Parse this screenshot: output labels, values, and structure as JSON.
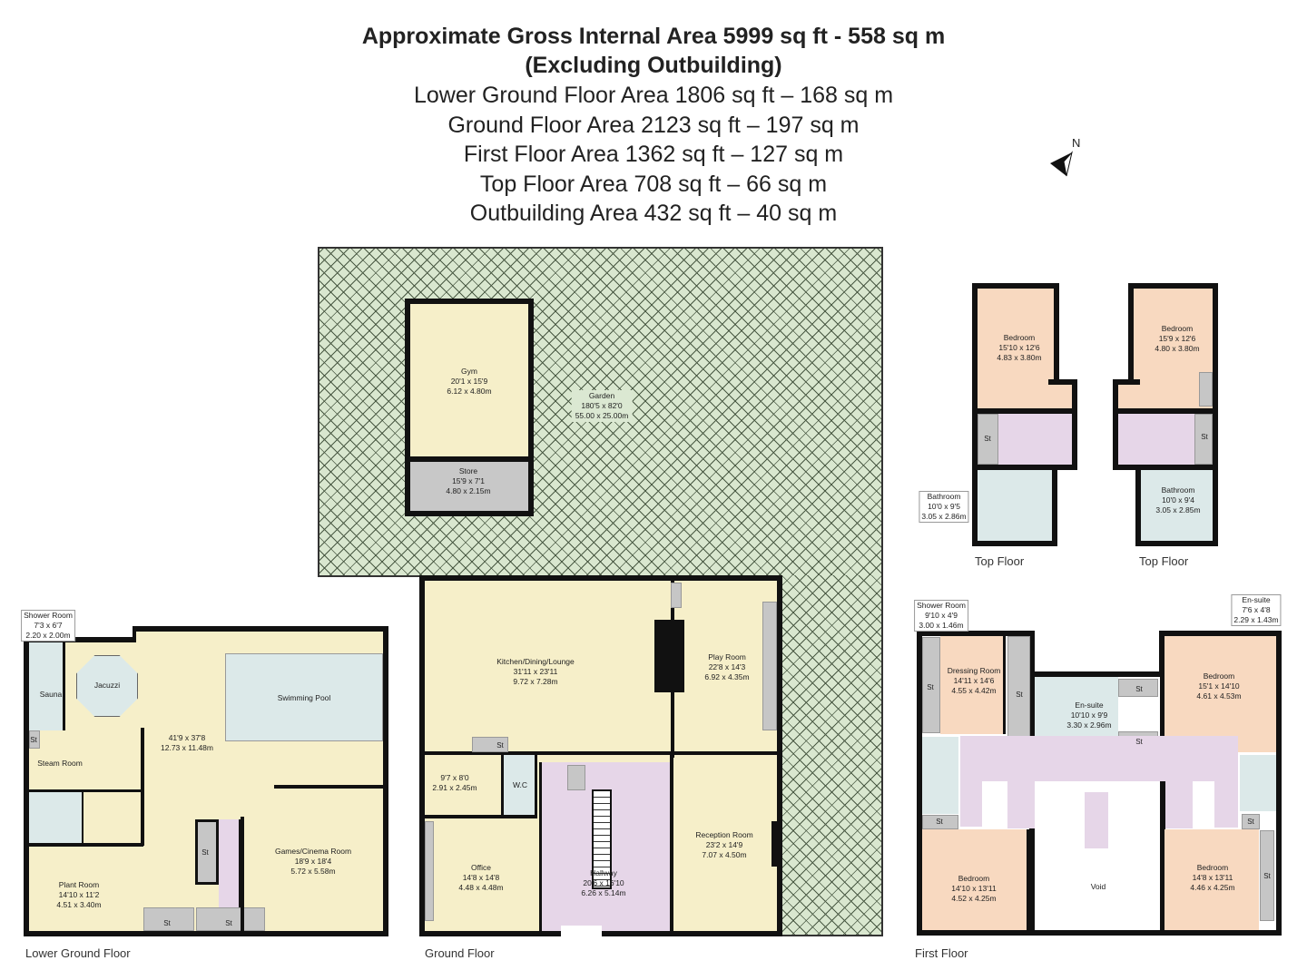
{
  "header": {
    "title": "Approximate Gross Internal Area 5999 sq ft - 558 sq m",
    "subtitle": "(Excluding Outbuilding)",
    "areas": [
      "Lower Ground Floor Area 1806 sq ft – 168 sq m",
      "Ground Floor Area 2123 sq ft – 197 sq m",
      "First Floor Area 1362 sq ft – 127 sq m",
      "Top Floor Area 708 sq ft – 66 sq m",
      "Outbuilding Area 432 sq ft – 40 sq m"
    ]
  },
  "compass": "N",
  "floors": {
    "lower_ground": "Lower Ground Floor",
    "ground": "Ground Floor",
    "first": "First Floor",
    "top_left": "Top Floor",
    "top_right": "Top Floor"
  },
  "store_label": "St",
  "rooms": {
    "gym": {
      "name": "Gym",
      "imp": "20'1 x 15'9",
      "met": "6.12 x 4.80m"
    },
    "store": {
      "name": "Store",
      "imp": "15'9 x 7'1",
      "met": "4.80 x 2.15m"
    },
    "garden": {
      "name": "Garden",
      "imp": "180'5 x 82'0",
      "met": "55.00 x 25.00m"
    },
    "kitchen": {
      "name": "Kitchen/Dining/Lounge",
      "imp": "31'11 x 23'11",
      "met": "9.72 x 7.28m"
    },
    "play": {
      "name": "Play Room",
      "imp": "22'8 x 14'3",
      "met": "6.92 x 4.35m"
    },
    "utility": {
      "imp": "9'7 x 8'0",
      "met": "2.91 x 2.45m"
    },
    "wc": {
      "name": "W.C"
    },
    "office": {
      "name": "Office",
      "imp": "14'8 x 14'8",
      "met": "4.48 x 4.48m"
    },
    "hallway": {
      "name": "Hallway",
      "imp": "20'6 x 16'10",
      "met": "6.26 x 5.14m"
    },
    "reception": {
      "name": "Reception Room",
      "imp": "23'2 x 14'9",
      "met": "7.07 x 4.50m"
    },
    "lg_shower": {
      "name": "Shower Room",
      "imp": "7'3 x 6'7",
      "met": "2.20 x 2.00m"
    },
    "sauna": {
      "name": "Sauna"
    },
    "jacuzzi": {
      "name": "Jacuzzi"
    },
    "pool": {
      "name": "Swimming Pool"
    },
    "lg_main": {
      "imp": "41'9 x 37'8",
      "met": "12.73 x 11.48m"
    },
    "steam": {
      "name": "Steam Room"
    },
    "plant": {
      "name": "Plant Room",
      "imp": "14'10 x 11'2",
      "met": "4.51 x 3.40m"
    },
    "games": {
      "name": "Games/Cinema Room",
      "imp": "18'9 x 18'4",
      "met": "5.72 x 5.58m"
    },
    "top_bed1": {
      "name": "Bedroom",
      "imp": "15'10 x 12'6",
      "met": "4.83 x 3.80m"
    },
    "top_bath1": {
      "name": "Bathroom",
      "imp": "10'0 x 9'5",
      "met": "3.05 x 2.86m"
    },
    "top_bed2": {
      "name": "Bedroom",
      "imp": "15'9 x 12'6",
      "met": "4.80 x 3.80m"
    },
    "top_bath2": {
      "name": "Bathroom",
      "imp": "10'0 x 9'4",
      "met": "3.05 x 2.85m"
    },
    "ff_shower": {
      "name": "Shower Room",
      "imp": "9'10 x 4'9",
      "met": "3.00 x 1.46m"
    },
    "dressing": {
      "name": "Dressing Room",
      "imp": "14'11 x 14'6",
      "met": "4.55 x 4.42m"
    },
    "ensuite_main": {
      "name": "En-suite",
      "imp": "10'10 x 9'9",
      "met": "3.30 x 2.96m"
    },
    "ensuite_small": {
      "name": "En-suite",
      "imp": "7'6 x 4'8",
      "met": "2.29 x 1.43m"
    },
    "ff_bed1": {
      "name": "Bedroom",
      "imp": "15'1 x 14'10",
      "met": "4.61 x 4.53m"
    },
    "ff_bed2": {
      "name": "Bedroom",
      "imp": "14'10 x 13'11",
      "met": "4.52 x 4.25m"
    },
    "ff_bed3": {
      "name": "Bedroom",
      "imp": "14'8 x 13'11",
      "met": "4.46 x 4.25m"
    },
    "void": {
      "name": "Void"
    }
  }
}
